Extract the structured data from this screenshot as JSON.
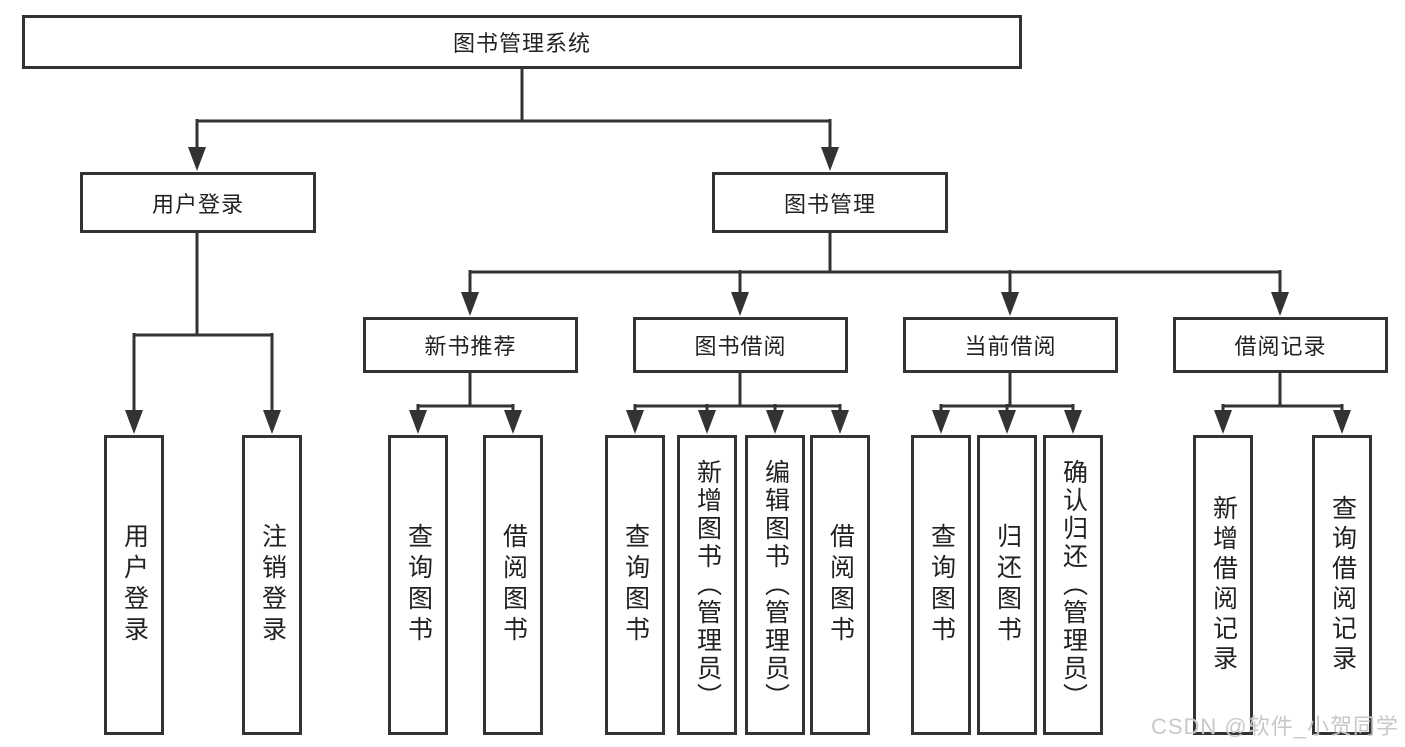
{
  "colors": {
    "border": "#333333",
    "text": "#222222",
    "watermark": "#c8c8c8",
    "canvas_bg": "#ffffff"
  },
  "watermark": {
    "text": "CSDN @软件_小贺同学"
  },
  "tree": {
    "root": {
      "label": "图书管理系统"
    },
    "branches": [
      {
        "label": "用户登录",
        "children": [
          {
            "label": "用户登录"
          },
          {
            "label": "注销登录"
          }
        ]
      },
      {
        "label": "图书管理",
        "children": [
          {
            "label": "新书推荐",
            "children": [
              {
                "label": "查询图书"
              },
              {
                "label": "借阅图书"
              }
            ]
          },
          {
            "label": "图书借阅",
            "children": [
              {
                "label": "查询图书"
              },
              {
                "label": "新增图书（管理员）"
              },
              {
                "label": "编辑图书（管理员）"
              },
              {
                "label": "借阅图书"
              }
            ]
          },
          {
            "label": "当前借阅",
            "children": [
              {
                "label": "查询图书"
              },
              {
                "label": "归还图书"
              },
              {
                "label": "确认归还（管理员）"
              }
            ]
          },
          {
            "label": "借阅记录",
            "children": [
              {
                "label": "新增借阅记录"
              },
              {
                "label": "查询借阅记录"
              }
            ]
          }
        ]
      }
    ]
  }
}
